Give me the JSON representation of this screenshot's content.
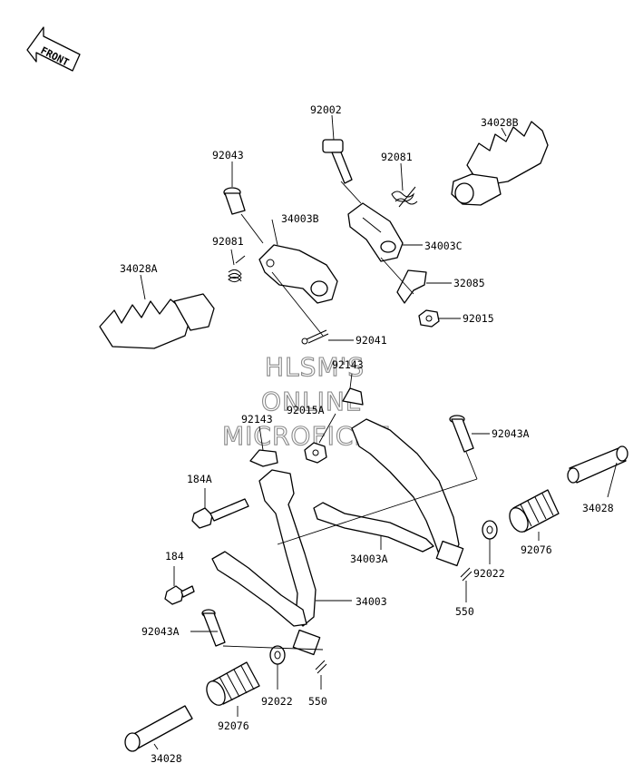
{
  "front_indicator": {
    "text": "FRONT"
  },
  "watermark": {
    "line1": "HLSM'S",
    "line2": "ONLINE",
    "line3": "MICROFICHE"
  },
  "labels": {
    "p92002": "92002",
    "p34028B": "34028B",
    "p92043_top": "92043",
    "p92081_right": "92081",
    "p34003B": "34003B",
    "p92081_left": "92081",
    "p34003C": "34003C",
    "p34028A": "34028A",
    "p32085": "32085",
    "p92015": "92015",
    "p92041": "92041",
    "p92143_mid": "92143",
    "p92015A": "92015A",
    "p92143_left": "92143",
    "p92043A_right": "92043A",
    "p184A": "184A",
    "p34028_right": "34028",
    "p34003A": "34003A",
    "p92076_right": "92076",
    "p92022_right": "92022",
    "p184": "184",
    "p34003": "34003",
    "p550_right": "550",
    "p92043A_left": "92043A",
    "p92022_left": "92022",
    "p550_left": "550",
    "p92076_left": "92076",
    "p34028_bottom": "34028"
  }
}
